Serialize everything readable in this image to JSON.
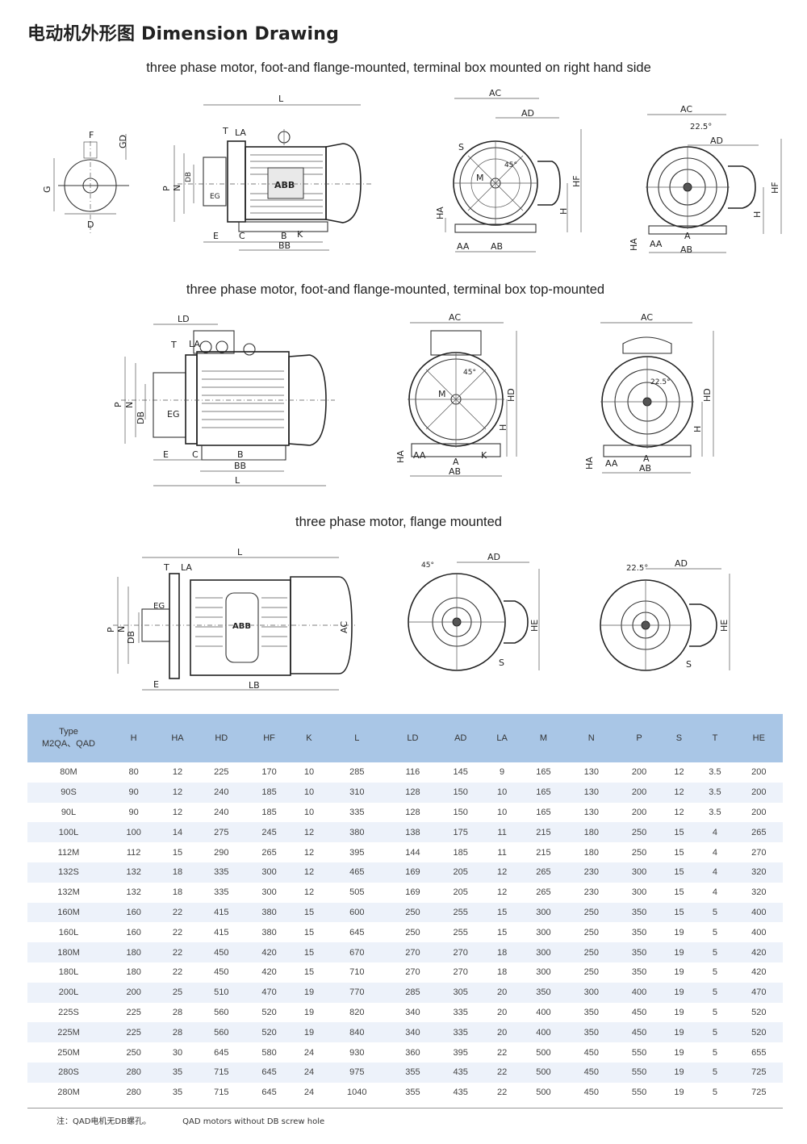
{
  "title": "电动机外形图 Dimension Drawing",
  "captions": {
    "side_terminal": "three phase motor, foot-and flange-mounted, terminal box mounted on right hand side",
    "top_terminal": "three phase motor, foot-and flange-mounted, terminal box top-mounted",
    "flange": "three phase motor, flange mounted"
  },
  "drawing_labels": {
    "shaft": [
      "F",
      "GD",
      "G",
      "D"
    ],
    "side_view": [
      "L",
      "T",
      "LA",
      "P",
      "N",
      "DB",
      "EG",
      "E",
      "C",
      "B",
      "K",
      "BB"
    ],
    "side_end": [
      "AC",
      "AD",
      "S",
      "45°",
      "M",
      "HF",
      "H",
      "HA",
      "AA",
      "AB"
    ],
    "side_flange_end": [
      "AC",
      "22.5°",
      "AD",
      "HF",
      "H",
      "HA",
      "AA",
      "A",
      "AB"
    ],
    "top_side": [
      "LD",
      "T",
      "LA",
      "P",
      "N",
      "DB",
      "EG",
      "E",
      "C",
      "B",
      "BB",
      "L"
    ],
    "top_end": [
      "AC",
      "45°",
      "M",
      "HD",
      "H",
      "HA",
      "AA",
      "A",
      "K",
      "AB"
    ],
    "top_end2": [
      "AC",
      "22.5°",
      "HD",
      "H",
      "HA",
      "AA",
      "A",
      "AB"
    ],
    "flange_side": [
      "L",
      "T",
      "LA",
      "EG",
      "P",
      "N",
      "DB",
      "AC",
      "E",
      "LB"
    ],
    "flange_end": [
      "45°",
      "AD",
      "HE",
      "S"
    ],
    "flange_end2": [
      "22.5°",
      "AD",
      "HE",
      "S"
    ],
    "brand": "ABB"
  },
  "table": {
    "type_label_line1": "Type",
    "type_label_line2": "M2QA、QAD",
    "columns": [
      "H",
      "HA",
      "HD",
      "HF",
      "K",
      "L",
      "LD",
      "AD",
      "LA",
      "M",
      "N",
      "P",
      "S",
      "T",
      "HE"
    ],
    "rows": [
      [
        "80M",
        "80",
        "12",
        "225",
        "170",
        "10",
        "285",
        "116",
        "145",
        "9",
        "165",
        "130",
        "200",
        "12",
        "3.5",
        "200"
      ],
      [
        "90S",
        "90",
        "12",
        "240",
        "185",
        "10",
        "310",
        "128",
        "150",
        "10",
        "165",
        "130",
        "200",
        "12",
        "3.5",
        "200"
      ],
      [
        "90L",
        "90",
        "12",
        "240",
        "185",
        "10",
        "335",
        "128",
        "150",
        "10",
        "165",
        "130",
        "200",
        "12",
        "3.5",
        "200"
      ],
      [
        "100L",
        "100",
        "14",
        "275",
        "245",
        "12",
        "380",
        "138",
        "175",
        "11",
        "215",
        "180",
        "250",
        "15",
        "4",
        "265"
      ],
      [
        "112M",
        "112",
        "15",
        "290",
        "265",
        "12",
        "395",
        "144",
        "185",
        "11",
        "215",
        "180",
        "250",
        "15",
        "4",
        "270"
      ],
      [
        "132S",
        "132",
        "18",
        "335",
        "300",
        "12",
        "465",
        "169",
        "205",
        "12",
        "265",
        "230",
        "300",
        "15",
        "4",
        "320"
      ],
      [
        "132M",
        "132",
        "18",
        "335",
        "300",
        "12",
        "505",
        "169",
        "205",
        "12",
        "265",
        "230",
        "300",
        "15",
        "4",
        "320"
      ],
      [
        "160M",
        "160",
        "22",
        "415",
        "380",
        "15",
        "600",
        "250",
        "255",
        "15",
        "300",
        "250",
        "350",
        "15",
        "5",
        "400"
      ],
      [
        "160L",
        "160",
        "22",
        "415",
        "380",
        "15",
        "645",
        "250",
        "255",
        "15",
        "300",
        "250",
        "350",
        "19",
        "5",
        "400"
      ],
      [
        "180M",
        "180",
        "22",
        "450",
        "420",
        "15",
        "670",
        "270",
        "270",
        "18",
        "300",
        "250",
        "350",
        "19",
        "5",
        "420"
      ],
      [
        "180L",
        "180",
        "22",
        "450",
        "420",
        "15",
        "710",
        "270",
        "270",
        "18",
        "300",
        "250",
        "350",
        "19",
        "5",
        "420"
      ],
      [
        "200L",
        "200",
        "25",
        "510",
        "470",
        "19",
        "770",
        "285",
        "305",
        "20",
        "350",
        "300",
        "400",
        "19",
        "5",
        "470"
      ],
      [
        "225S",
        "225",
        "28",
        "560",
        "520",
        "19",
        "820",
        "340",
        "335",
        "20",
        "400",
        "350",
        "450",
        "19",
        "5",
        "520"
      ],
      [
        "225M",
        "225",
        "28",
        "560",
        "520",
        "19",
        "840",
        "340",
        "335",
        "20",
        "400",
        "350",
        "450",
        "19",
        "5",
        "520"
      ],
      [
        "250M",
        "250",
        "30",
        "645",
        "580",
        "24",
        "930",
        "360",
        "395",
        "22",
        "500",
        "450",
        "550",
        "19",
        "5",
        "655"
      ],
      [
        "280S",
        "280",
        "35",
        "715",
        "645",
        "24",
        "975",
        "355",
        "435",
        "22",
        "500",
        "450",
        "550",
        "19",
        "5",
        "725"
      ],
      [
        "280M",
        "280",
        "35",
        "715",
        "645",
        "24",
        "1040",
        "355",
        "435",
        "22",
        "500",
        "450",
        "550",
        "19",
        "5",
        "725"
      ]
    ]
  },
  "footnote": {
    "cn": "注：QAD电机无DB螺孔。",
    "en": "QAD motors without DB screw hole"
  },
  "colors": {
    "header_bg": "#a9c6e6",
    "stripe_bg": "#edf2fa"
  }
}
